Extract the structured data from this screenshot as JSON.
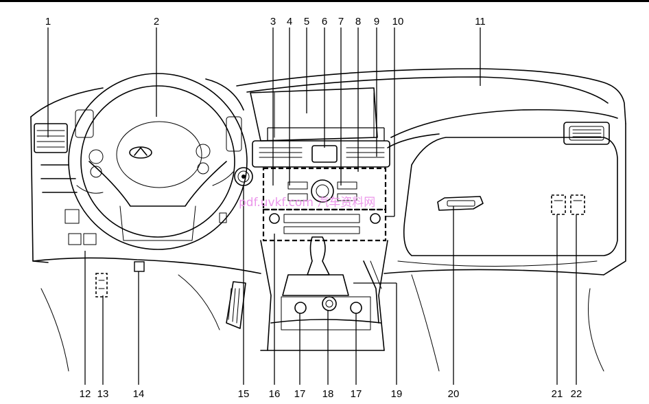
{
  "callouts": {
    "c1": "1",
    "c2": "2",
    "c3": "3",
    "c4": "4",
    "c5": "5",
    "c6": "6",
    "c7": "7",
    "c8": "8",
    "c9": "9",
    "c10": "10",
    "c11": "11",
    "c12": "12",
    "c13": "13",
    "c14": "14",
    "c15": "15",
    "c16": "16",
    "c17a": "17",
    "c18": "18",
    "c17b": "17",
    "c19": "19",
    "c20": "20",
    "c21": "21",
    "c22": "22"
  },
  "watermark": "pdf.uvkf.com 汽车资料网",
  "colors": {
    "ink": "#000000",
    "watermark": "#e98be8",
    "background": "#ffffff"
  }
}
